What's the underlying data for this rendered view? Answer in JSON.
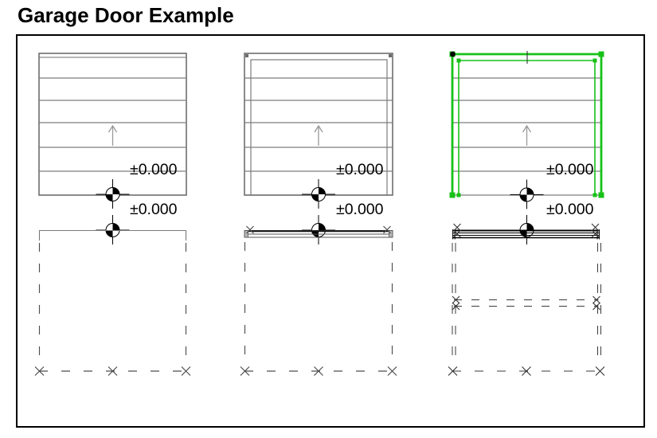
{
  "title": "Garage Door Example",
  "diagrams": [
    {
      "name": "door-simple",
      "upper_level": "±0.000",
      "lower_level": "±0.000"
    },
    {
      "name": "door-with-frame",
      "upper_level": "±0.000",
      "lower_level": "±0.000"
    },
    {
      "name": "door-selected",
      "upper_level": "±0.000",
      "lower_level": "±0.000"
    }
  ],
  "icons": {
    "datum": "level-datum-icon",
    "x": "corner-x-icon",
    "arrow": "opening-direction-arrow-icon"
  },
  "colors": {
    "selection": "#17c217",
    "door_line": "#6e6e6e",
    "panel_line": "#7d7d7d",
    "dash": "#4d4d4d",
    "arrow": "#999999",
    "datum": "#000000"
  }
}
